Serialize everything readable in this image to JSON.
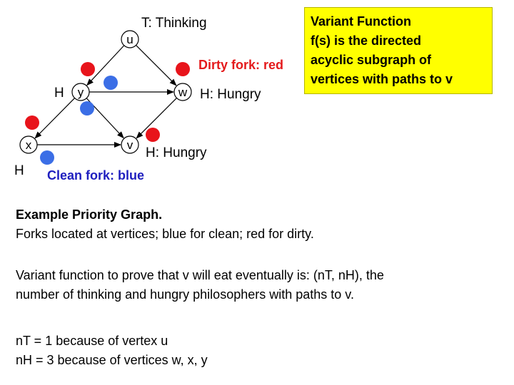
{
  "graph": {
    "vertices": [
      {
        "id": "u",
        "label": "u"
      },
      {
        "id": "y",
        "label": "y"
      },
      {
        "id": "w",
        "label": "w"
      },
      {
        "id": "x",
        "label": "x"
      },
      {
        "id": "v",
        "label": "v"
      }
    ],
    "edges": [
      {
        "from": "u",
        "to": "y"
      },
      {
        "from": "u",
        "to": "w"
      },
      {
        "from": "y",
        "to": "w"
      },
      {
        "from": "y",
        "to": "x"
      },
      {
        "from": "y",
        "to": "v"
      },
      {
        "from": "w",
        "to": "v"
      },
      {
        "from": "x",
        "to": "v"
      }
    ],
    "state_labels": {
      "u": "T: Thinking",
      "y": "H",
      "w": "H: Hungry",
      "v": "H: Hungry",
      "x": "H"
    },
    "fork_colors": {
      "dirty": "#e8141b",
      "clean": "#3b6ee6"
    }
  },
  "legend": {
    "dirty": "Dirty fork: red",
    "clean": "Clean fork: blue"
  },
  "callout": {
    "lines": [
      "Variant Function",
      "f(s) is the directed",
      "acyclic subgraph of",
      "vertices with paths to v"
    ],
    "background": "#ffff00"
  },
  "body": {
    "heading": "Example Priority Graph.",
    "line1": "Forks located at vertices; blue for clean; red for dirty.",
    "para2_line1": "Variant function to prove that v will eat eventually is: (nT, nH), the",
    "para2_line2": "number of thinking and hungry philosophers with paths to v.",
    "nT": "nT = 1 because of vertex u",
    "nH": "nH = 3 because of vertices w, x, y"
  }
}
